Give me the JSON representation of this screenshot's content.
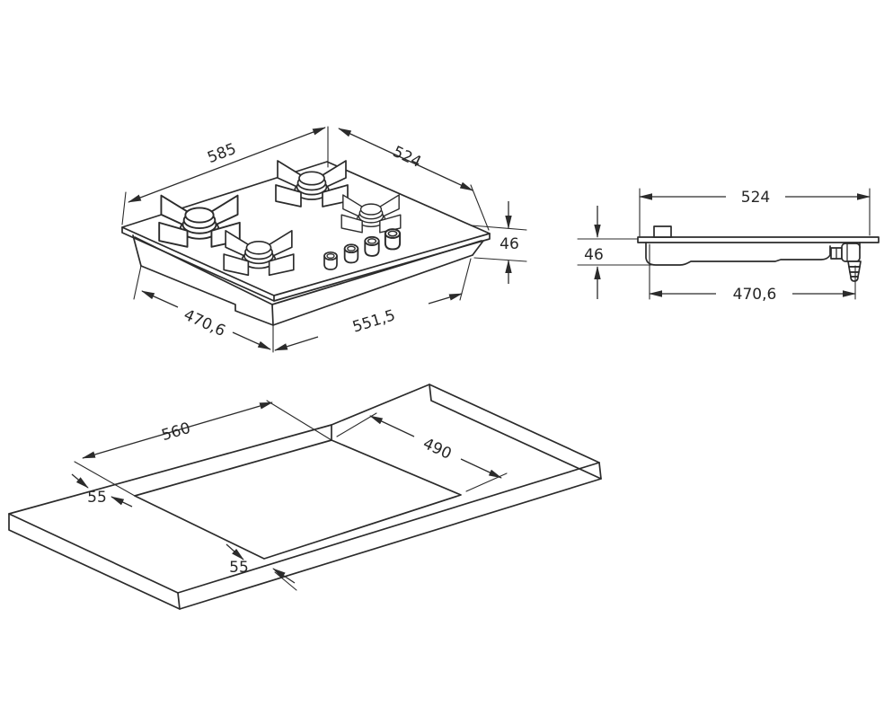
{
  "drawing": {
    "colors": {
      "line": "#2b2b2b",
      "background": "#ffffff"
    },
    "views": {
      "isometric": {
        "dims": {
          "top_width": "585",
          "top_depth": "524",
          "height": "46",
          "bottom_width": "470,6",
          "bottom_depth": "551,5"
        }
      },
      "side": {
        "dims": {
          "width": "524",
          "height": "46",
          "body_width": "470,6"
        }
      },
      "cutout": {
        "dims": {
          "width": "560",
          "depth": "490",
          "back_margin": "55",
          "front_margin": "55"
        }
      }
    }
  }
}
